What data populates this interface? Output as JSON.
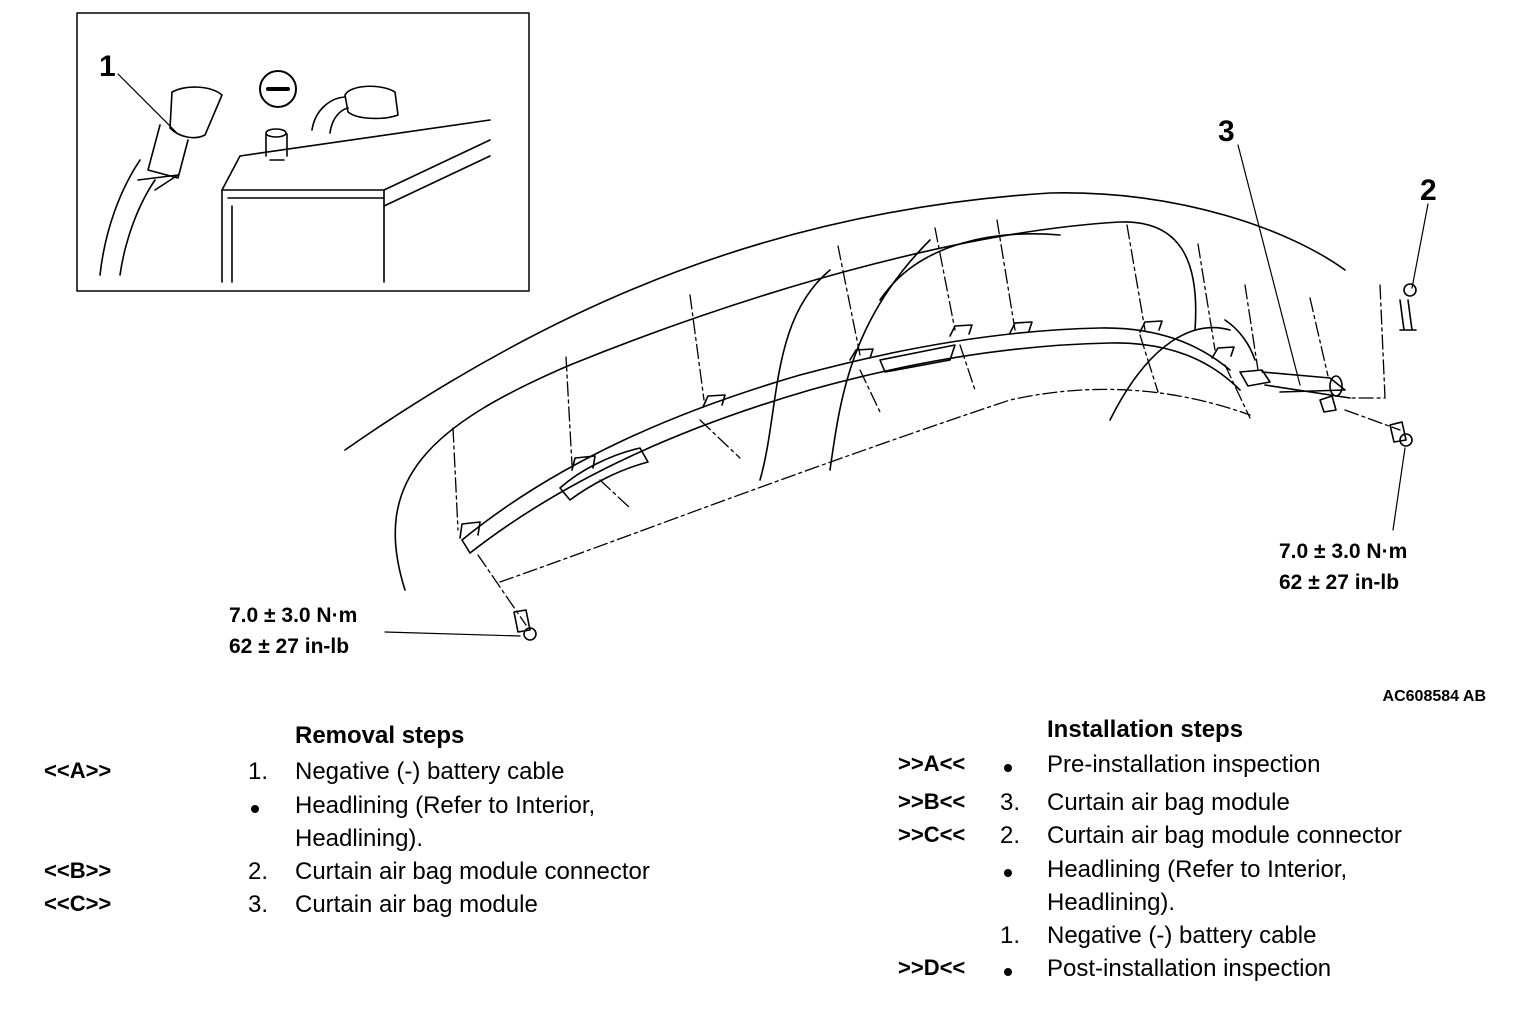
{
  "figure_code": "AC608584 AB",
  "callouts": {
    "c1": "1",
    "c2": "2",
    "c3": "3"
  },
  "torque_left": {
    "line1": "7.0 ± 3.0 N·m",
    "line2": "62 ± 27 in-lb"
  },
  "torque_right": {
    "line1": "7.0 ± 3.0 N·m",
    "line2": "62 ± 27 in-lb"
  },
  "removal": {
    "title": "Removal steps",
    "rows": [
      {
        "code": "<<A>>",
        "num": "1.",
        "text": "Negative (-) battery cable"
      },
      {
        "code": "",
        "num": "•",
        "text": "Headlining (Refer to Interior,",
        "text2": "Headlining)."
      },
      {
        "code": "<<B>>",
        "num": "2.",
        "text": "Curtain air bag module connector"
      },
      {
        "code": "<<C>>",
        "num": "3.",
        "text": "Curtain air bag module"
      }
    ]
  },
  "installation": {
    "title": "Installation steps",
    "rows": [
      {
        "code": ">>A<<",
        "num": "•",
        "text": "Pre-installation inspection"
      },
      {
        "code": ">>B<<",
        "num": "3.",
        "text": "Curtain air bag module"
      },
      {
        "code": ">>C<<",
        "num": "2.",
        "text": "Curtain air bag module connector"
      },
      {
        "code": "",
        "num": "•",
        "text": "Headlining (Refer to Interior,",
        "text2": "Headlining)."
      },
      {
        "code": "",
        "num": "1.",
        "text": "Negative (-) battery cable"
      },
      {
        "code": ">>D<<",
        "num": "•",
        "text": "Post-installation inspection"
      }
    ]
  }
}
